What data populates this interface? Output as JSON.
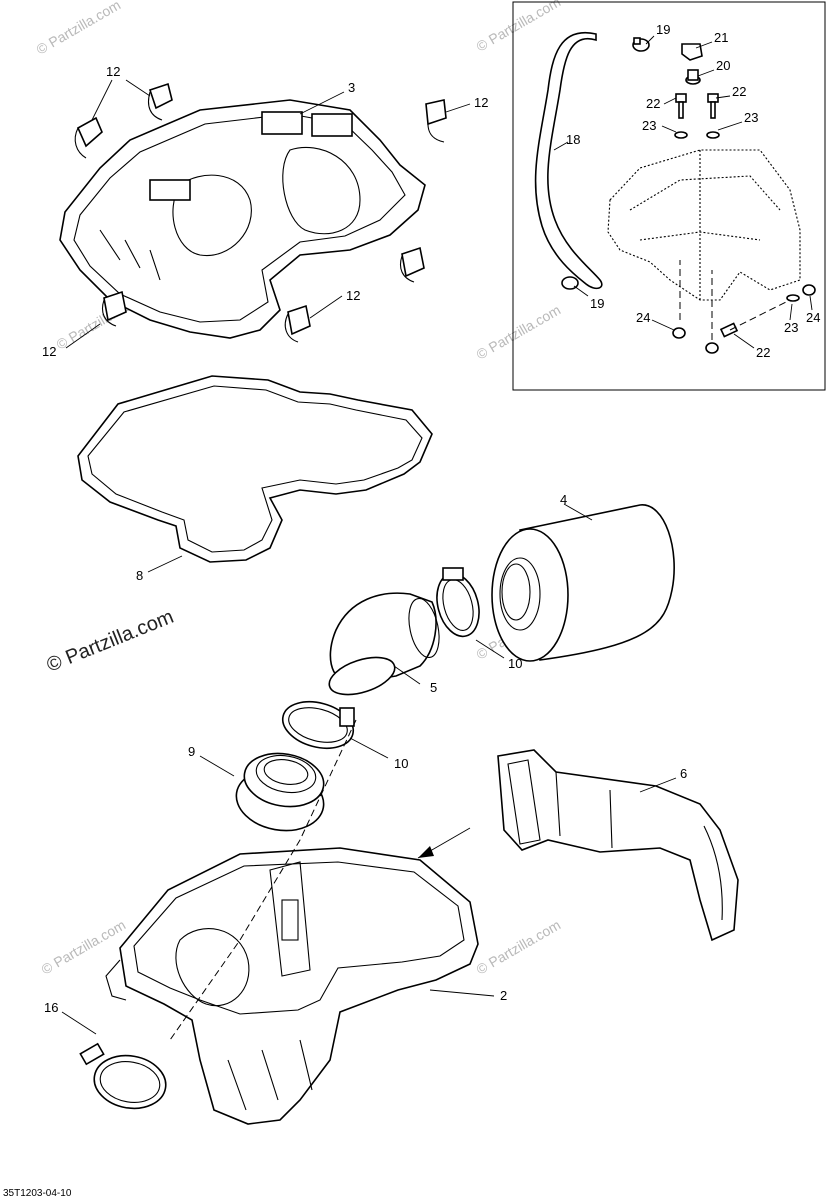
{
  "diagram": {
    "ref_code": "35T1203-04-10",
    "watermark_text": "© Partzilla.com",
    "callouts": [
      {
        "id": "c12a",
        "label": "12"
      },
      {
        "id": "c3",
        "label": "3"
      },
      {
        "id": "c12b",
        "label": "12"
      },
      {
        "id": "c12c",
        "label": "12"
      },
      {
        "id": "c12d",
        "label": "12"
      },
      {
        "id": "c8",
        "label": "8"
      },
      {
        "id": "c4",
        "label": "4"
      },
      {
        "id": "c10a",
        "label": "10"
      },
      {
        "id": "c5",
        "label": "5"
      },
      {
        "id": "c10b",
        "label": "10"
      },
      {
        "id": "c9",
        "label": "9"
      },
      {
        "id": "c6",
        "label": "6"
      },
      {
        "id": "c2",
        "label": "2"
      },
      {
        "id": "c16",
        "label": "16"
      },
      {
        "id": "c19a",
        "label": "19"
      },
      {
        "id": "c21",
        "label": "21"
      },
      {
        "id": "c20",
        "label": "20"
      },
      {
        "id": "c22a",
        "label": "22"
      },
      {
        "id": "c22b",
        "label": "22"
      },
      {
        "id": "c23a",
        "label": "23"
      },
      {
        "id": "c23b",
        "label": "23"
      },
      {
        "id": "c18",
        "label": "18"
      },
      {
        "id": "c19b",
        "label": "19"
      },
      {
        "id": "c24a",
        "label": "24"
      },
      {
        "id": "c23c",
        "label": "23"
      },
      {
        "id": "c24b",
        "label": "24"
      },
      {
        "id": "c22c",
        "label": "22"
      }
    ]
  }
}
